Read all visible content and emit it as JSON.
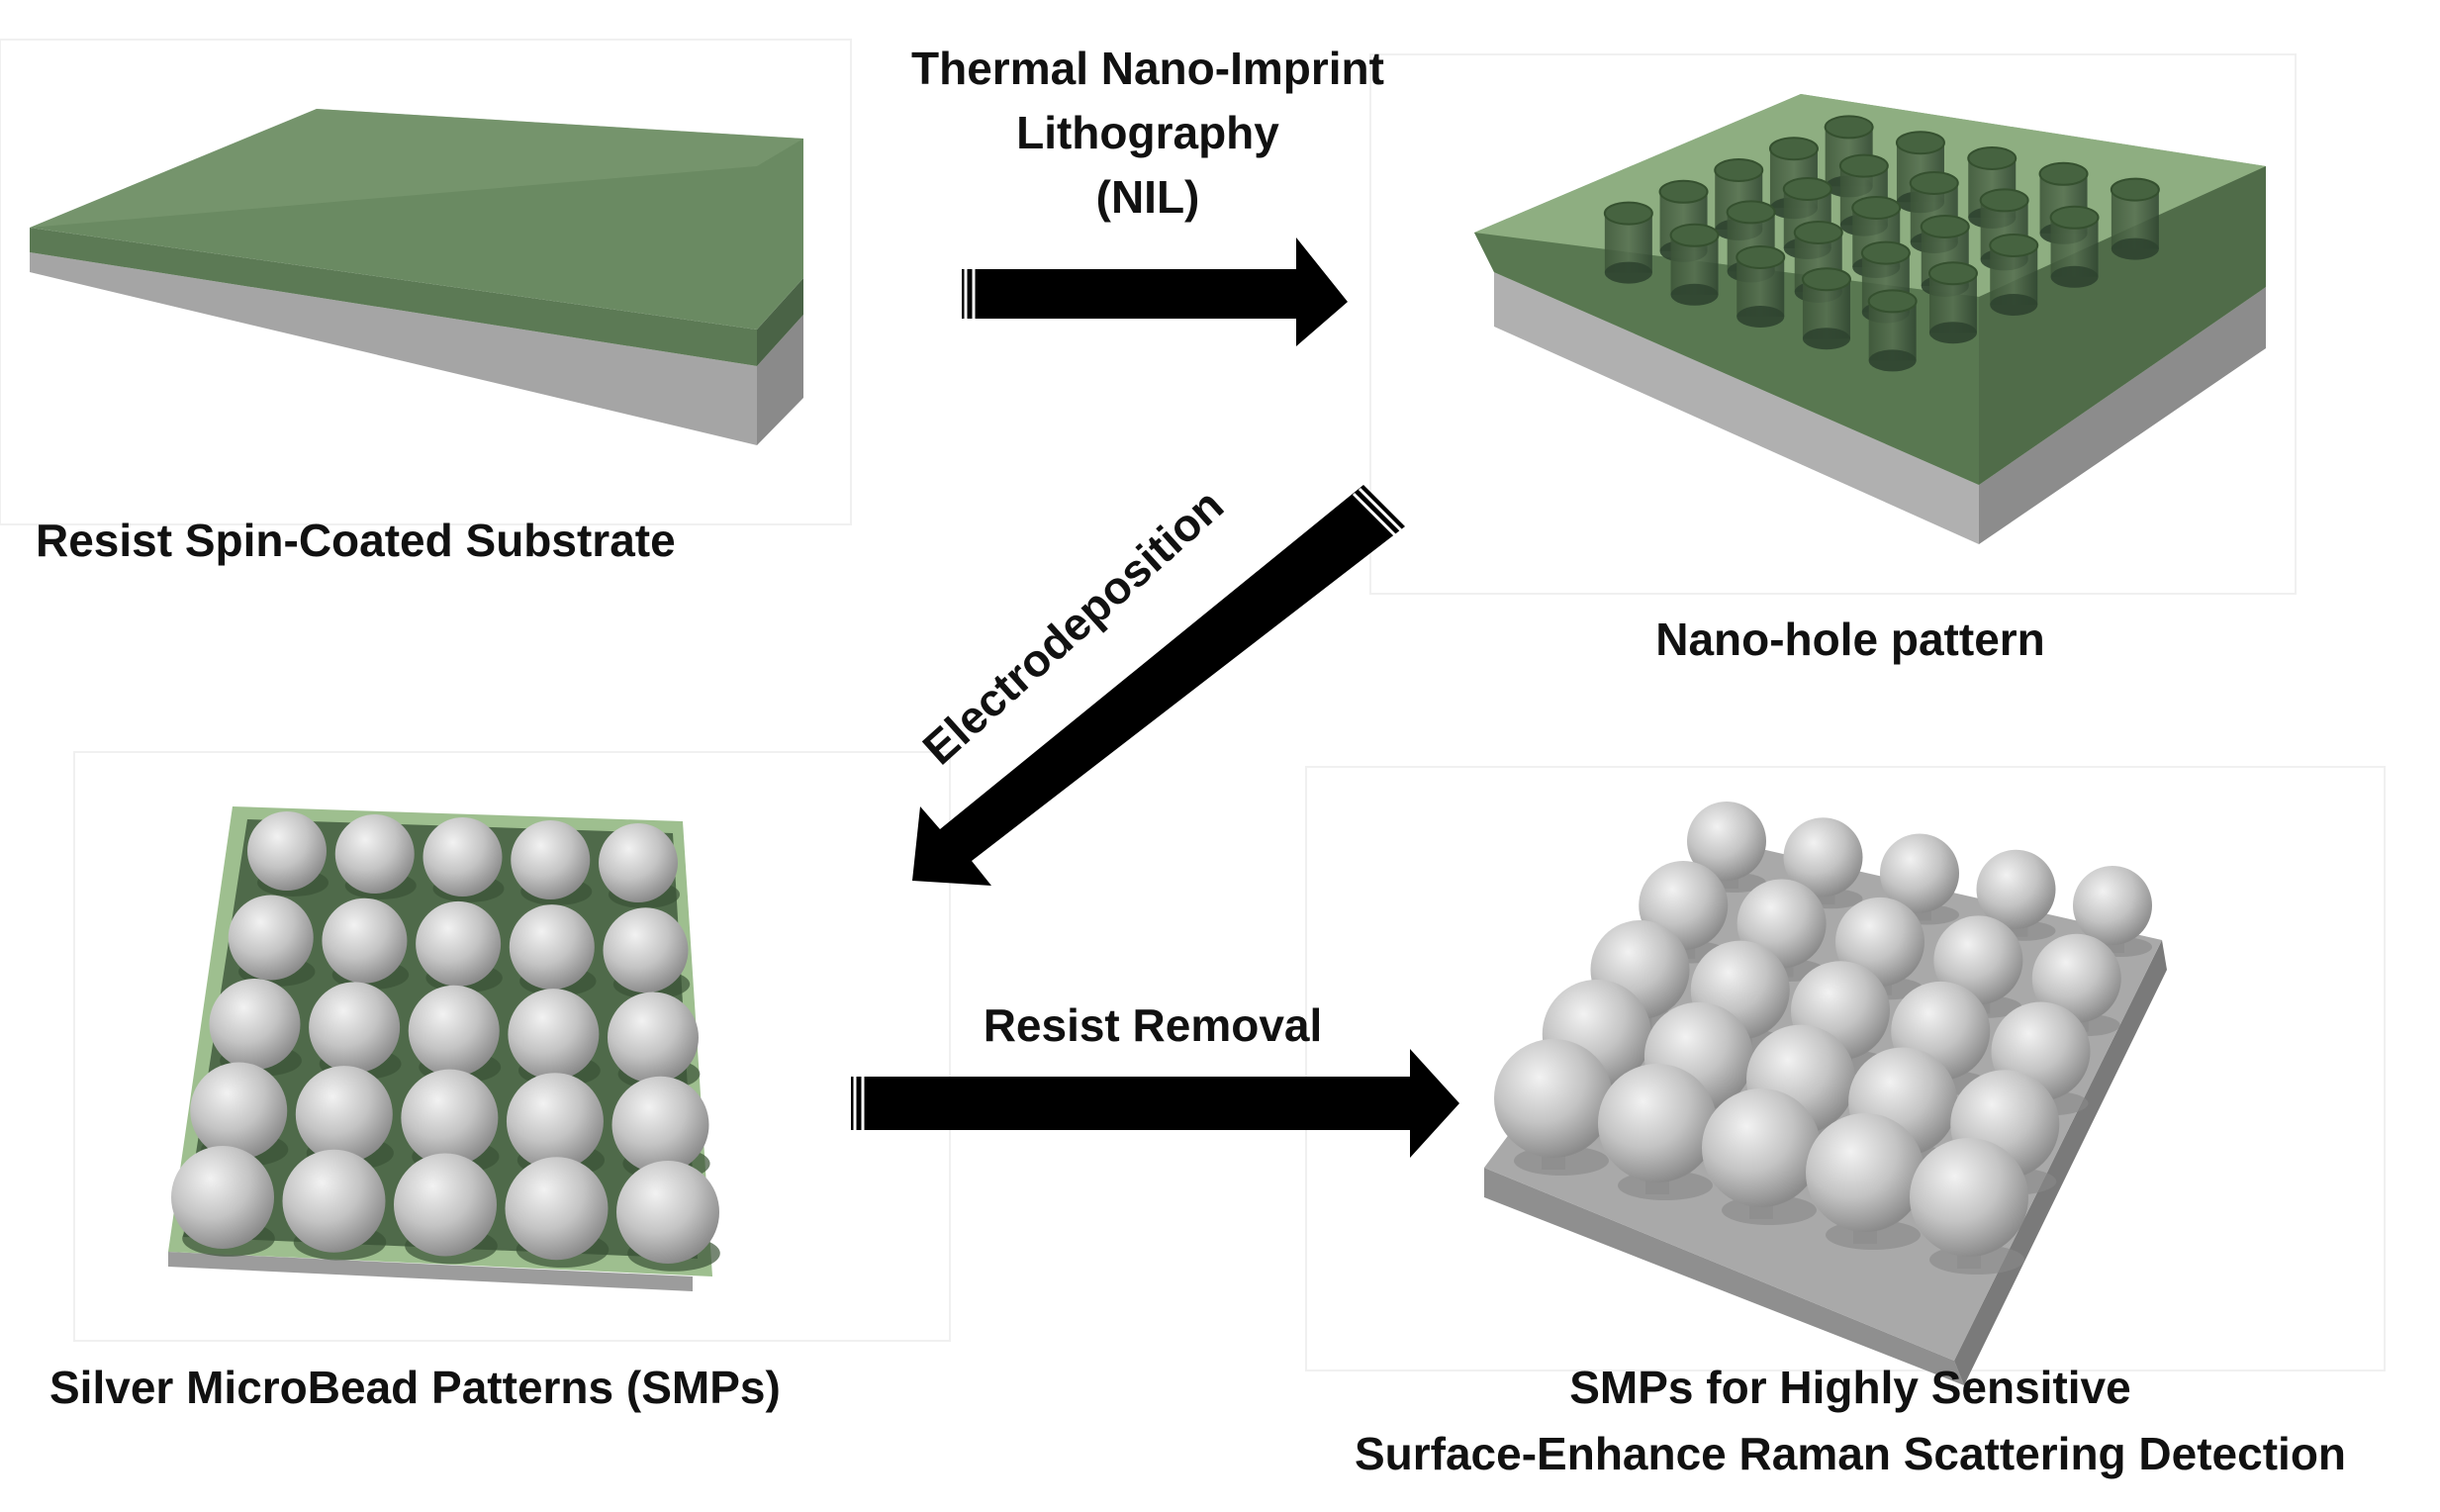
{
  "steps": {
    "resist": {
      "label": "Resist Spin-Coated Substrate"
    },
    "nanohole": {
      "label": "Nano-hole pattern"
    },
    "smps": {
      "label": "Silver MicroBead Patterns (SMPs)"
    },
    "sers": {
      "label_line1": "SMPs for Highly Sensitive",
      "label_line2": "Surface-Enhance Raman Scattering Detection"
    }
  },
  "processes": {
    "nil": {
      "line1": "Thermal Nano-Imprint",
      "line2": "Lithography",
      "line3": "(NIL)"
    },
    "electro": {
      "label": "Electrodeposition"
    },
    "removal": {
      "label": "Resist Removal"
    }
  },
  "colors": {
    "resist_green": "#5d7a56",
    "resist_light": "#9fbf92",
    "substrate_gray": "#a8a8a8",
    "sphere_gray": "#c2c2c2",
    "arrow": "#000000"
  },
  "grids": {
    "holes": "5x5",
    "beads": "5x5"
  }
}
